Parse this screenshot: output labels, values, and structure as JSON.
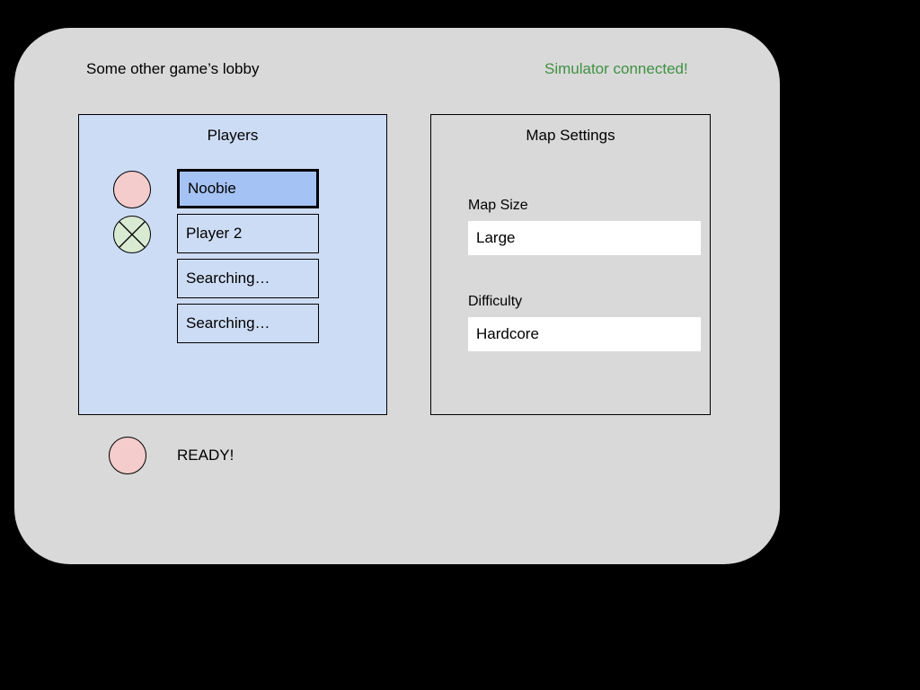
{
  "header": {
    "title": "Some other game’s lobby",
    "connection_status": "Simulator connected!",
    "connection_status_color": "#3f9142"
  },
  "players_panel": {
    "heading": "Players",
    "background_color": "#cddcf5",
    "players": [
      {
        "name": "Noobie",
        "selected": true,
        "status_icon": "circle-icon",
        "status_color": "#f4cccc"
      },
      {
        "name": "Player 2",
        "selected": false,
        "status_icon": "circle-x-icon",
        "status_color": "#d9ead3"
      },
      {
        "name": "Searching…",
        "selected": false,
        "status_icon": "none",
        "status_color": ""
      },
      {
        "name": "Searching…",
        "selected": false,
        "status_icon": "none",
        "status_color": ""
      }
    ]
  },
  "map_settings_panel": {
    "heading": "Map Settings",
    "settings": [
      {
        "label": "Map Size",
        "value": "Large"
      },
      {
        "label": "Difficulty",
        "value": "Hardcore"
      }
    ]
  },
  "ready_row": {
    "label": "READY!",
    "indicator_icon": "circle-icon",
    "indicator_color": "#f4cccc"
  }
}
